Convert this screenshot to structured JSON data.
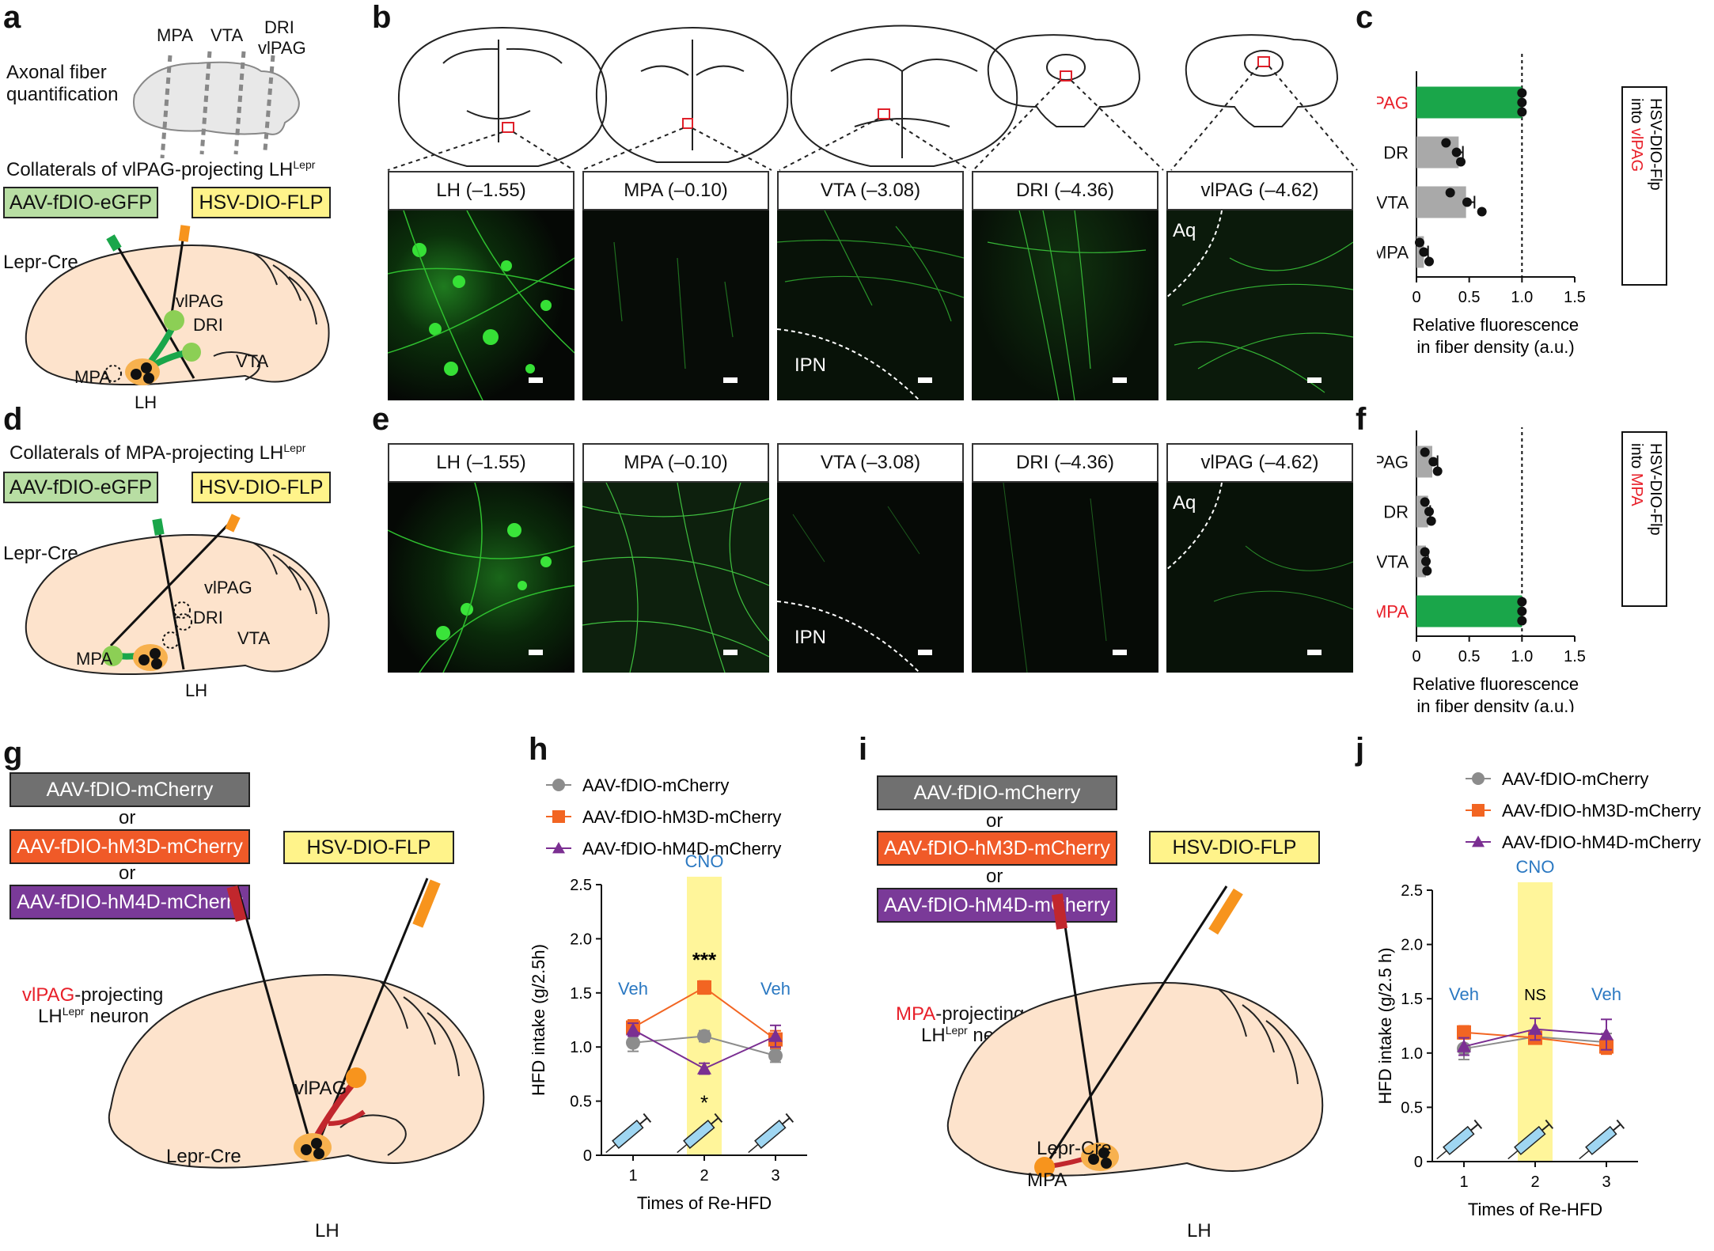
{
  "panel_letters": {
    "a": "a",
    "b": "b",
    "c": "c",
    "d": "d",
    "e": "e",
    "f": "f",
    "g": "g",
    "h": "h",
    "i": "i",
    "j": "j"
  },
  "panel_a": {
    "regions": [
      "MPA",
      "VTA",
      "DRI",
      "vlPAG"
    ],
    "quant_label_1": "Axonal fiber",
    "quant_label_2": "quantification",
    "title_prefix": "Collaterals of vlPAG-projecting LH",
    "title_sup": "Lepr",
    "virus_1": "AAV-fDIO-eGFP",
    "virus_2": "HSV-DIO-FLP",
    "mouse": "Lepr-Cre",
    "brain_labels": {
      "vlpag": "vlPAG",
      "dri": "DRI",
      "vta": "VTA",
      "mpa": "MPA",
      "lh": "LH"
    }
  },
  "panel_d": {
    "title_prefix": "Collaterals of MPA-projecting LH",
    "title_sup": "Lepr",
    "virus_1": "AAV-fDIO-eGFP",
    "virus_2": "HSV-DIO-FLP",
    "mouse": "Lepr-Cre",
    "brain_labels": {
      "vlpag": "vlPAG",
      "dri": "DRI",
      "vta": "VTA",
      "mpa": "MPA",
      "lh": "LH"
    }
  },
  "panel_b": {
    "sections": [
      "LH (–1.55)",
      "MPA (–0.10)",
      "VTA (–3.08)",
      "DRI (–4.36)",
      "vlPAG (–4.62)"
    ],
    "aq": "Aq",
    "ipn": "IPN"
  },
  "panel_e": {
    "sections": [
      "LH (–1.55)",
      "MPA (–0.10)",
      "VTA (–3.08)",
      "DRI (–4.36)",
      "vlPAG (–4.62)"
    ],
    "aq": "Aq",
    "ipn": "IPN"
  },
  "chart_data": [
    {
      "panel": "c",
      "type": "bar",
      "orientation": "horizontal",
      "categories": [
        "vlPAG",
        "DR",
        "VTA",
        "MPA"
      ],
      "values": [
        1.0,
        0.4,
        0.47,
        0.07
      ],
      "errors": [
        0.0,
        0.04,
        0.08,
        0.04
      ],
      "points": [
        [
          1.0,
          1.0,
          1.0
        ],
        [
          0.28,
          0.38,
          0.42
        ],
        [
          0.32,
          0.48,
          0.62
        ],
        [
          0.03,
          0.07,
          0.12
        ]
      ],
      "highlight": "vlPAG",
      "xlabel_1": "Relative fluorescence",
      "xlabel_2": "in fiber density (a.u.)",
      "xticks": [
        "0",
        "0.5",
        "1.0",
        "1.5"
      ],
      "xlim": [
        0,
        1.5
      ],
      "reference_line": 1.0,
      "legend_text_1": "HSV-DIO-Flp",
      "legend_text_2": "into",
      "legend_text_3": "vlPAG",
      "colors": {
        "highlight": "#1aa64a",
        "bar": "#a9a9a9",
        "red": "#e8202a"
      }
    },
    {
      "panel": "f",
      "type": "bar",
      "orientation": "horizontal",
      "categories": [
        "vlPAG",
        "DR",
        "VTA",
        "MPA"
      ],
      "values": [
        0.15,
        0.11,
        0.09,
        1.0
      ],
      "errors": [
        0.05,
        0.02,
        0.02,
        0.0
      ],
      "points": [
        [
          0.08,
          0.16,
          0.2
        ],
        [
          0.08,
          0.12,
          0.14
        ],
        [
          0.08,
          0.09,
          0.1
        ],
        [
          1.0,
          1.0,
          1.0
        ]
      ],
      "highlight": "MPA",
      "xlabel_1": "Relative fluorescence",
      "xlabel_2": "in fiber density (a.u.)",
      "xticks": [
        "0",
        "0.5",
        "1.0",
        "1.5"
      ],
      "xlim": [
        0,
        1.5
      ],
      "reference_line": 1.0,
      "legend_text_1": "HSV-DIO-Flp",
      "legend_text_2": "into",
      "legend_text_3": "MPA",
      "colors": {
        "highlight": "#1aa64a",
        "bar": "#a9a9a9",
        "red": "#e8202a"
      }
    },
    {
      "panel": "h",
      "type": "line",
      "x": [
        1,
        2,
        3
      ],
      "xlabel": "Times of Re-HFD",
      "ylabel": "HFD intake (g/2.5h)",
      "ylim": [
        0,
        2.5
      ],
      "yticks": [
        "0",
        "0.5",
        "1.0",
        "1.5",
        "2.0",
        "2.5"
      ],
      "xticks": [
        "1",
        "2",
        "3"
      ],
      "series": [
        {
          "name": "AAV-fDIO-mCherry",
          "values": [
            1.04,
            1.1,
            0.92
          ],
          "errors": [
            0.08,
            0.05,
            0.06
          ],
          "color": "#8c8c8c",
          "marker": "circle"
        },
        {
          "name": "AAV-fDIO-hM3D-mCherry",
          "values": [
            1.18,
            1.55,
            1.07
          ],
          "errors": [
            0.07,
            0.06,
            0.08
          ],
          "color": "#f26522",
          "marker": "square"
        },
        {
          "name": "AAV-fDIO-hM4D-mCherry",
          "values": [
            1.16,
            0.8,
            1.1
          ],
          "errors": [
            0.06,
            0.05,
            0.1
          ],
          "color": "#7b2f92",
          "marker": "triangle"
        }
      ],
      "cno_label": "CNO",
      "veh_label": "Veh",
      "sig_high": "***",
      "sig_low": "*",
      "colors": {
        "cno_band": "#fff59a",
        "annot": "#2a78c2"
      }
    },
    {
      "panel": "j",
      "type": "line",
      "x": [
        1,
        2,
        3
      ],
      "xlabel": "Times of Re-HFD",
      "ylabel": "HFD intake (g/2.5 h)",
      "ylim": [
        0,
        2.5
      ],
      "yticks": [
        "0",
        "0.5",
        "1.0",
        "1.5",
        "2.0",
        "2.5"
      ],
      "xticks": [
        "1",
        "2",
        "3"
      ],
      "series": [
        {
          "name": "AAV-fDIO-mCherry",
          "values": [
            1.04,
            1.15,
            1.1
          ],
          "errors": [
            0.1,
            0.05,
            0.08
          ],
          "color": "#8c8c8c",
          "marker": "circle"
        },
        {
          "name": "AAV-fDIO-hM3D-mCherry",
          "values": [
            1.19,
            1.14,
            1.06
          ],
          "errors": [
            0.06,
            0.05,
            0.07
          ],
          "color": "#f26522",
          "marker": "square"
        },
        {
          "name": "AAV-fDIO-hM4D-mCherry",
          "values": [
            1.06,
            1.22,
            1.17
          ],
          "errors": [
            0.08,
            0.1,
            0.14
          ],
          "color": "#7b2f92",
          "marker": "triangle"
        }
      ],
      "cno_label": "CNO",
      "veh_label": "Veh",
      "sig_mid": "NS",
      "colors": {
        "cno_band": "#fff59a",
        "annot": "#2a78c2"
      }
    }
  ],
  "panel_g": {
    "virus_1": "AAV-fDIO-mCherry",
    "or_1": "or",
    "virus_2": "AAV-fDIO-hM3D-mCherry",
    "or_2": "or",
    "virus_3": "AAV-fDIO-hM4D-mCherry",
    "virus_4": "HSV-DIO-FLP",
    "proj_red": "vlPAG",
    "proj_rest": "-projecting",
    "neuron_prefix": "LH",
    "neuron_sup": "Lepr",
    "neuron_suffix": " neuron",
    "mouse": "Lepr-Cre",
    "target": "vlPAG",
    "lh": "LH"
  },
  "panel_i": {
    "virus_1": "AAV-fDIO-mCherry",
    "or_1": "or",
    "virus_2": "AAV-fDIO-hM3D-mCherry",
    "or_2": "or",
    "virus_3": "AAV-fDIO-hM4D-mCherry",
    "virus_4": "HSV-DIO-FLP",
    "proj_red": "MPA",
    "proj_rest": "-projecting",
    "neuron_prefix": "LH",
    "neuron_sup": "Lepr",
    "neuron_suffix": " neuron",
    "mouse": "Lepr-Cre",
    "target": "MPA",
    "lh": "LH"
  }
}
